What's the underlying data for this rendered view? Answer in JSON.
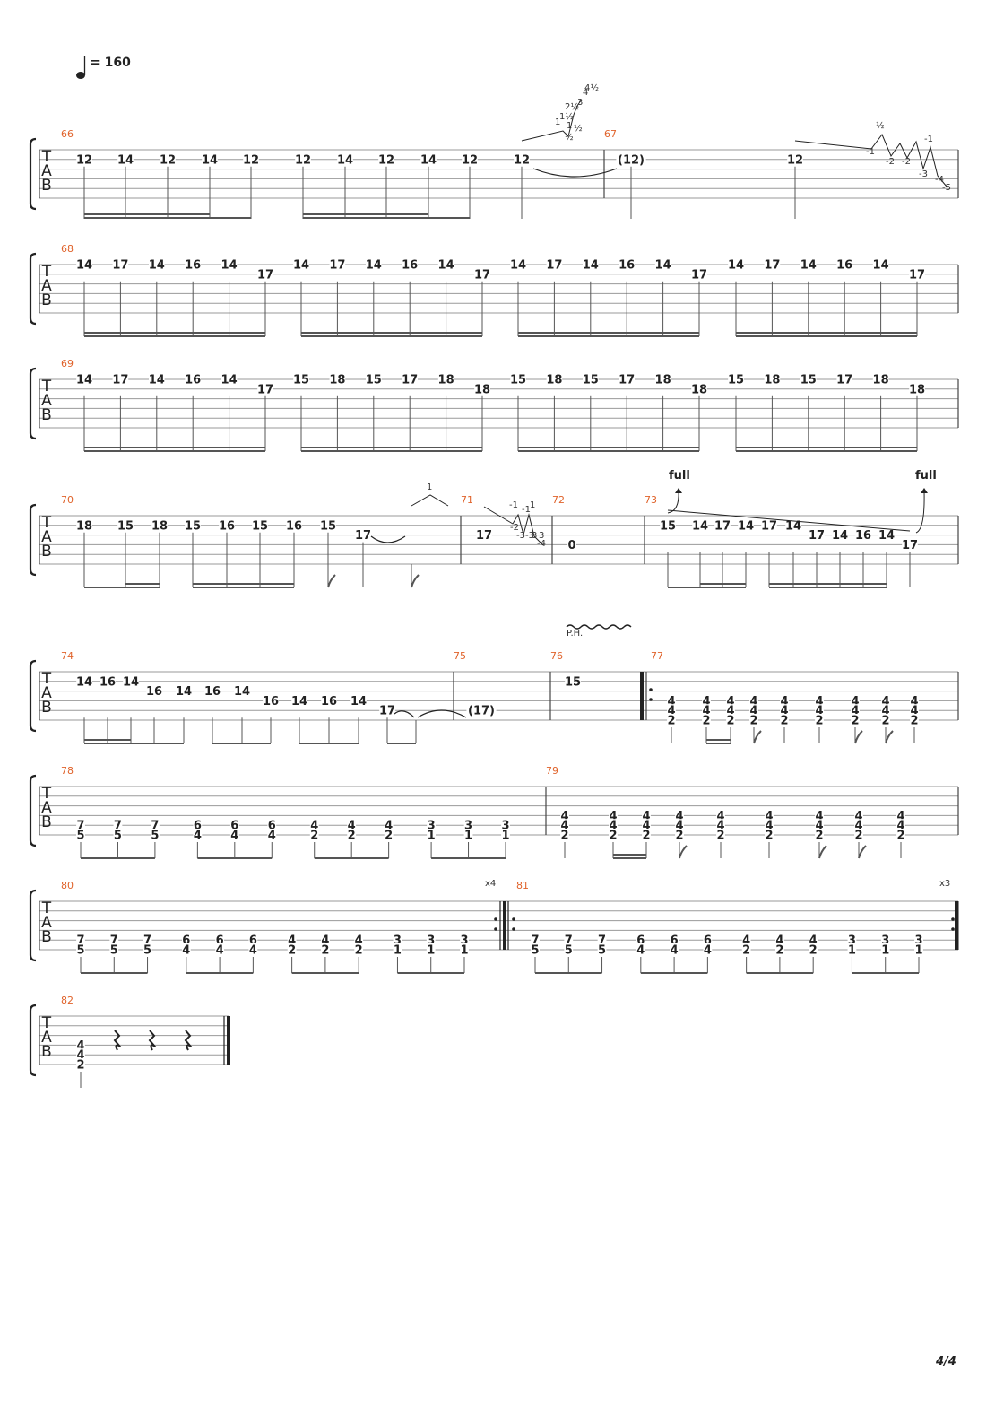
{
  "tempo": {
    "value": "= 160"
  },
  "page_number": "4/4",
  "tab_clef": [
    "T",
    "A",
    "B"
  ],
  "labels": {
    "bend_full": "full",
    "palm_harmonic": "P.H.",
    "repeat_80": "x4",
    "repeat_81": "x3"
  },
  "systems": [
    {
      "bars": [
        {
          "number": "66",
          "notes": [
            {
              "s": 2,
              "f": "12"
            },
            {
              "s": 2,
              "f": "14"
            },
            {
              "s": 2,
              "f": "12"
            },
            {
              "s": 2,
              "f": "14"
            },
            {
              "s": 2,
              "f": "12"
            },
            {
              "s": 2,
              "f": "12"
            },
            {
              "s": 2,
              "f": "14"
            },
            {
              "s": 2,
              "f": "12"
            },
            {
              "s": 2,
              "f": "14"
            },
            {
              "s": 2,
              "f": "12"
            },
            {
              "s": 2,
              "f": "12"
            }
          ]
        },
        {
          "number": "67",
          "notes": [
            {
              "s": 2,
              "f": "(12)"
            },
            {
              "s": 2,
              "f": "12"
            }
          ]
        }
      ]
    },
    {
      "bars": [
        {
          "number": "68",
          "notes": [
            {
              "s": 1,
              "f": "14"
            },
            {
              "s": 1,
              "f": "17"
            },
            {
              "s": 1,
              "f": "14"
            },
            {
              "s": 1,
              "f": "16"
            },
            {
              "s": 1,
              "f": "14"
            },
            {
              "s": 2,
              "f": "17"
            },
            {
              "s": 1,
              "f": "14"
            },
            {
              "s": 1,
              "f": "17"
            },
            {
              "s": 1,
              "f": "14"
            },
            {
              "s": 1,
              "f": "16"
            },
            {
              "s": 1,
              "f": "14"
            },
            {
              "s": 2,
              "f": "17"
            },
            {
              "s": 1,
              "f": "14"
            },
            {
              "s": 1,
              "f": "17"
            },
            {
              "s": 1,
              "f": "14"
            },
            {
              "s": 1,
              "f": "16"
            },
            {
              "s": 1,
              "f": "14"
            },
            {
              "s": 2,
              "f": "17"
            },
            {
              "s": 1,
              "f": "14"
            },
            {
              "s": 1,
              "f": "17"
            },
            {
              "s": 1,
              "f": "14"
            },
            {
              "s": 1,
              "f": "16"
            },
            {
              "s": 1,
              "f": "14"
            },
            {
              "s": 2,
              "f": "17"
            }
          ]
        }
      ]
    },
    {
      "bars": [
        {
          "number": "69",
          "notes": [
            {
              "s": 1,
              "f": "14"
            },
            {
              "s": 1,
              "f": "17"
            },
            {
              "s": 1,
              "f": "14"
            },
            {
              "s": 1,
              "f": "16"
            },
            {
              "s": 1,
              "f": "14"
            },
            {
              "s": 2,
              "f": "17"
            },
            {
              "s": 1,
              "f": "15"
            },
            {
              "s": 1,
              "f": "18"
            },
            {
              "s": 1,
              "f": "15"
            },
            {
              "s": 1,
              "f": "17"
            },
            {
              "s": 1,
              "f": "18"
            },
            {
              "s": 2,
              "f": "18"
            },
            {
              "s": 1,
              "f": "15"
            },
            {
              "s": 1,
              "f": "18"
            },
            {
              "s": 1,
              "f": "15"
            },
            {
              "s": 1,
              "f": "17"
            },
            {
              "s": 1,
              "f": "18"
            },
            {
              "s": 2,
              "f": "18"
            },
            {
              "s": 1,
              "f": "15"
            },
            {
              "s": 1,
              "f": "18"
            },
            {
              "s": 1,
              "f": "15"
            },
            {
              "s": 1,
              "f": "17"
            },
            {
              "s": 1,
              "f": "18"
            },
            {
              "s": 2,
              "f": "18"
            }
          ]
        }
      ]
    },
    {
      "bars": [
        {
          "number": "70",
          "notes": [
            {
              "s": 2,
              "f": "18"
            },
            {
              "s": 2,
              "f": "15"
            },
            {
              "s": 2,
              "f": "18"
            },
            {
              "s": 2,
              "f": "15"
            },
            {
              "s": 2,
              "f": "16"
            },
            {
              "s": 2,
              "f": "15"
            },
            {
              "s": 2,
              "f": "16"
            },
            {
              "s": 2,
              "f": "15"
            },
            {
              "s": 3,
              "f": "17"
            }
          ]
        },
        {
          "number": "71",
          "notes": [
            {
              "s": 3,
              "f": "17"
            }
          ]
        },
        {
          "number": "72",
          "notes": [
            {
              "s": 4,
              "f": "0"
            }
          ]
        },
        {
          "number": "73",
          "notes": [
            {
              "s": 2,
              "f": "15"
            },
            {
              "s": 2,
              "f": "14"
            },
            {
              "s": 2,
              "f": "17"
            },
            {
              "s": 2,
              "f": "14"
            },
            {
              "s": 2,
              "f": "17"
            },
            {
              "s": 2,
              "f": "14"
            },
            {
              "s": 3,
              "f": "17"
            },
            {
              "s": 3,
              "f": "14"
            },
            {
              "s": 3,
              "f": "16"
            },
            {
              "s": 3,
              "f": "14"
            },
            {
              "s": 4,
              "f": "17"
            }
          ]
        }
      ]
    },
    {
      "bars": [
        {
          "number": "74",
          "notes": [
            {
              "s": 2,
              "f": "14"
            },
            {
              "s": 2,
              "f": "16"
            },
            {
              "s": 2,
              "f": "14"
            },
            {
              "s": 3,
              "f": "16"
            },
            {
              "s": 3,
              "f": "14"
            },
            {
              "s": 3,
              "f": "16"
            },
            {
              "s": 3,
              "f": "14"
            },
            {
              "s": 4,
              "f": "16"
            },
            {
              "s": 4,
              "f": "14"
            },
            {
              "s": 4,
              "f": "16"
            },
            {
              "s": 4,
              "f": "14"
            },
            {
              "s": 5,
              "f": "17"
            }
          ]
        },
        {
          "number": "75",
          "notes": [
            {
              "s": 5,
              "f": "(17)"
            }
          ]
        },
        {
          "number": "76",
          "notes": [
            {
              "s": 2,
              "f": "15"
            }
          ]
        },
        {
          "number": "77",
          "chords": 9
        }
      ]
    },
    {
      "bars": [
        {
          "number": "78"
        },
        {
          "number": "79"
        }
      ]
    },
    {
      "bars": [
        {
          "number": "80"
        },
        {
          "number": "81"
        }
      ]
    },
    {
      "bars": [
        {
          "number": "82"
        }
      ]
    }
  ],
  "whammy": {
    "bar66": [
      "1",
      "1½",
      "2½",
      "3",
      "4",
      "4½",
      "1",
      "½",
      "½"
    ],
    "bar67": [
      "½",
      "-1",
      "-2",
      "-2",
      "-1",
      "-3",
      "-4",
      "-5"
    ],
    "bar70": [
      "1"
    ],
    "bar71": [
      "-1",
      "-1",
      "1",
      "-2",
      "-3",
      "-3",
      "3",
      "3",
      "-4"
    ]
  },
  "power_chords": {
    "A": [
      "4",
      "4",
      "2"
    ],
    "seq": [
      [
        "7",
        "5"
      ],
      [
        "7",
        "5"
      ],
      [
        "7",
        "5"
      ],
      [
        "6",
        "4"
      ],
      [
        "6",
        "4"
      ],
      [
        "6",
        "4"
      ],
      [
        "4",
        "2"
      ],
      [
        "4",
        "2"
      ],
      [
        "4",
        "2"
      ],
      [
        "3",
        "1"
      ],
      [
        "3",
        "1"
      ],
      [
        "3",
        "1"
      ]
    ]
  }
}
